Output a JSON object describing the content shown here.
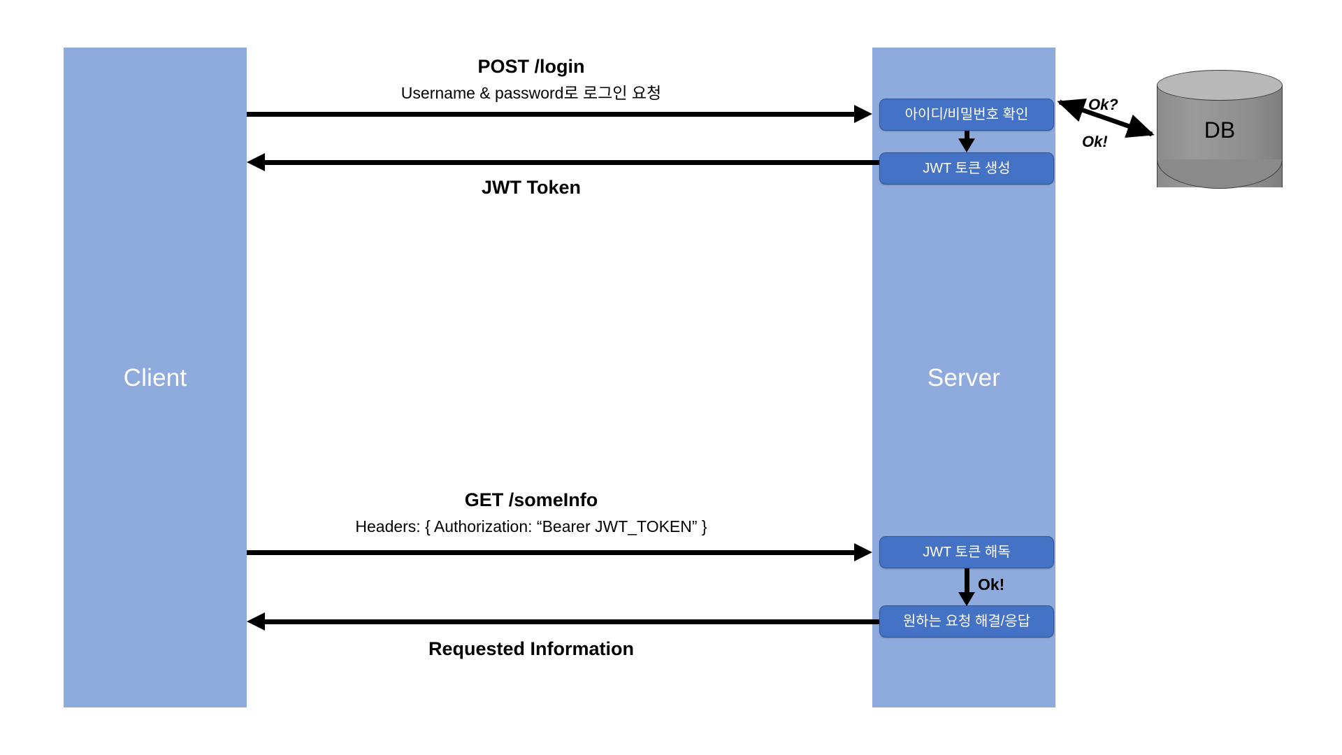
{
  "diagram": {
    "title": "JWT authentication sequence diagram",
    "background_color": "#FFFFFF",
    "lifeline_color": "#8FAADC",
    "process_box_color": "#4472C4",
    "process_box_border_color": "#2F5597",
    "db_color": "#8E8E8E",
    "arrow_color": "#000000"
  },
  "actors": {
    "client": {
      "label": "Client"
    },
    "server": {
      "label": "Server"
    },
    "database": {
      "label": "DB"
    }
  },
  "messages": {
    "login_request": {
      "title": "POST /login",
      "subtitle": "Username & password로 로그인 요청",
      "direction": "client-to-server"
    },
    "login_response": {
      "title": "JWT Token",
      "direction": "server-to-client"
    },
    "info_request": {
      "title": "GET /someInfo",
      "subtitle": "Headers: { Authorization: “Bearer JWT_TOKEN” }",
      "direction": "client-to-server"
    },
    "info_response": {
      "title": "Requested Information",
      "direction": "server-to-client"
    }
  },
  "server_processes": {
    "verify_credentials": {
      "label": "아이디/비밀번호 확인"
    },
    "create_token": {
      "label": "JWT 토큰 생성"
    },
    "decode_token": {
      "label": "JWT 토큰 해독"
    },
    "resolve_request": {
      "label": "원하는 요청 해결/응답"
    }
  },
  "db_exchange": {
    "query_label": "Ok?",
    "reply_label": "Ok!",
    "direction": "bidirectional"
  },
  "internal_flow": {
    "token_ok_label": "Ok!"
  }
}
